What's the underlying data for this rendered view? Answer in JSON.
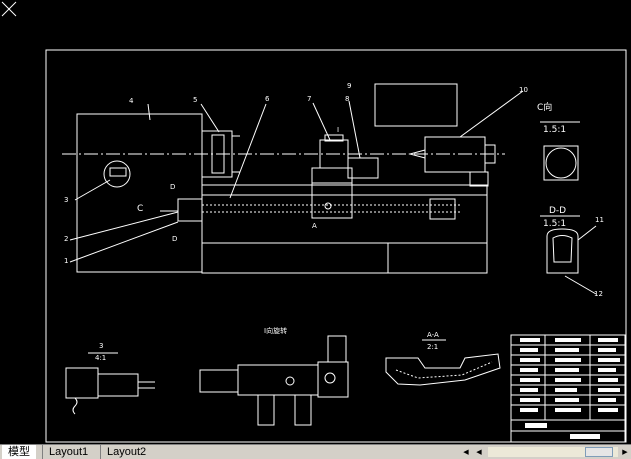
{
  "drawing": {
    "view_c_title": "C向",
    "view_c_scale": "1.5:1",
    "view_dd_title": "D-D",
    "view_dd_scale": "1.5:1",
    "detail_3_title": "3",
    "detail_3_scale": "4:1",
    "detail_i_title": "I向旋转",
    "detail_aa_title": "A-A",
    "detail_aa_scale": "2:1",
    "callouts": [
      "1",
      "2",
      "3",
      "4",
      "5",
      "6",
      "7",
      "8",
      "9",
      "10",
      "11",
      "12"
    ],
    "letter_c": "C",
    "letter_d_top": "D",
    "letter_d_bottom": "D",
    "letter_i": "I",
    "letter_a": "A"
  },
  "tabs": {
    "model": "模型",
    "layout1": "Layout1",
    "layout2": "Layout2"
  },
  "icons": {
    "ucs": "ucs-icon",
    "nav_first": "nav-first-icon",
    "nav_prev": "nav-prev-icon",
    "nav_next": "nav-next-icon",
    "nav_last": "nav-last-icon"
  },
  "colors": {
    "background": "#000000",
    "linework": "#ffffff",
    "tabbar": "#d4d0c8"
  }
}
